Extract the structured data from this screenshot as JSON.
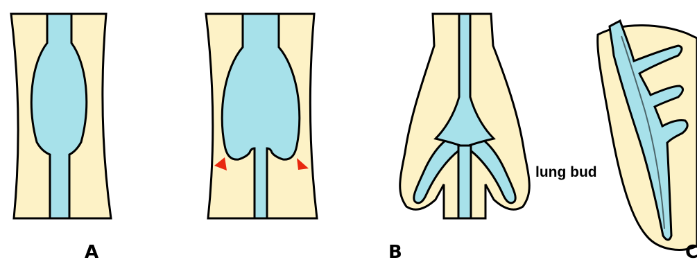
{
  "figure": {
    "panels": [
      {
        "id": "A",
        "label": "A"
      },
      {
        "id": "B",
        "label": "B"
      },
      {
        "id": "C",
        "label": "C"
      }
    ],
    "callouts": {
      "lung_bud": "lung bud"
    },
    "colors": {
      "mesoderm": "#fdf2c6",
      "lumen": "#a7e1ea",
      "outline": "#000000",
      "arrowhead": "#e8280f",
      "background": "#ffffff"
    },
    "markers": {
      "arrowheads": 2,
      "arrowhead_icon": "red-triangle-icon"
    }
  }
}
